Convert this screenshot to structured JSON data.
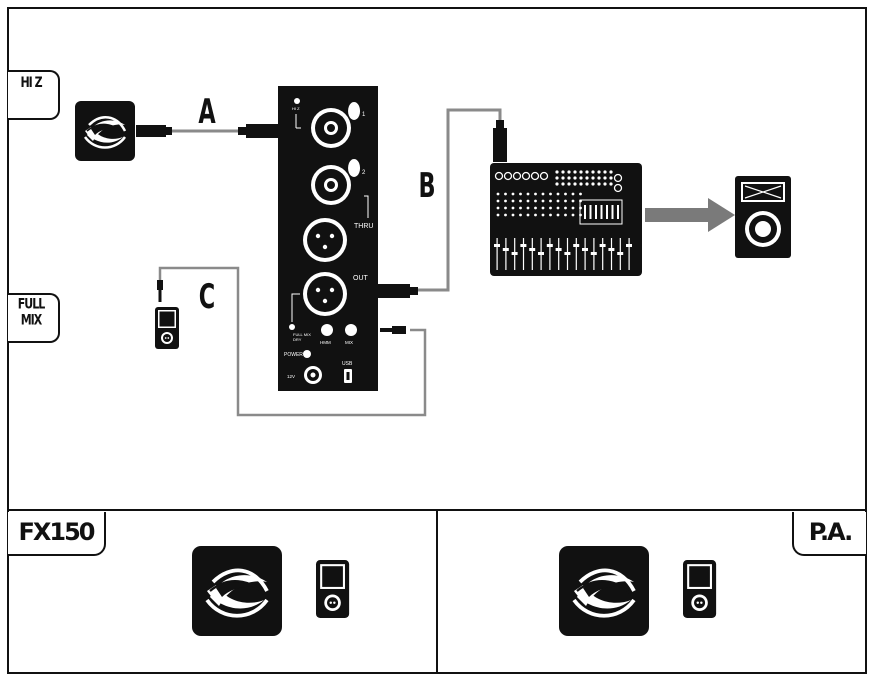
{
  "inputs": {
    "hiz_label": "HI Z",
    "fullmix_label": "FULL MIX"
  },
  "cables": {
    "a": "A",
    "b": "B",
    "c": "C"
  },
  "interface": {
    "ch1": "1",
    "ch2": "2",
    "hiz_small": "HI Z",
    "thru": "THRU",
    "out": "OUT",
    "full_mix_small": "FULL MIX",
    "dry_small": "DRY",
    "hmm": "HMM",
    "mix": "MIX",
    "power": "POWER",
    "dc": "12V",
    "usb": "USB"
  },
  "panels": {
    "left_title": "FX150",
    "right_title": "P.A."
  },
  "colors": {
    "ink": "#111111",
    "cable": "#8a8a8a",
    "arrow": "#7a7a7a",
    "paper": "#ffffff"
  },
  "icons": [
    "swirl-logo-icon",
    "media-player-icon",
    "speaker-icon",
    "mixer-icon"
  ]
}
